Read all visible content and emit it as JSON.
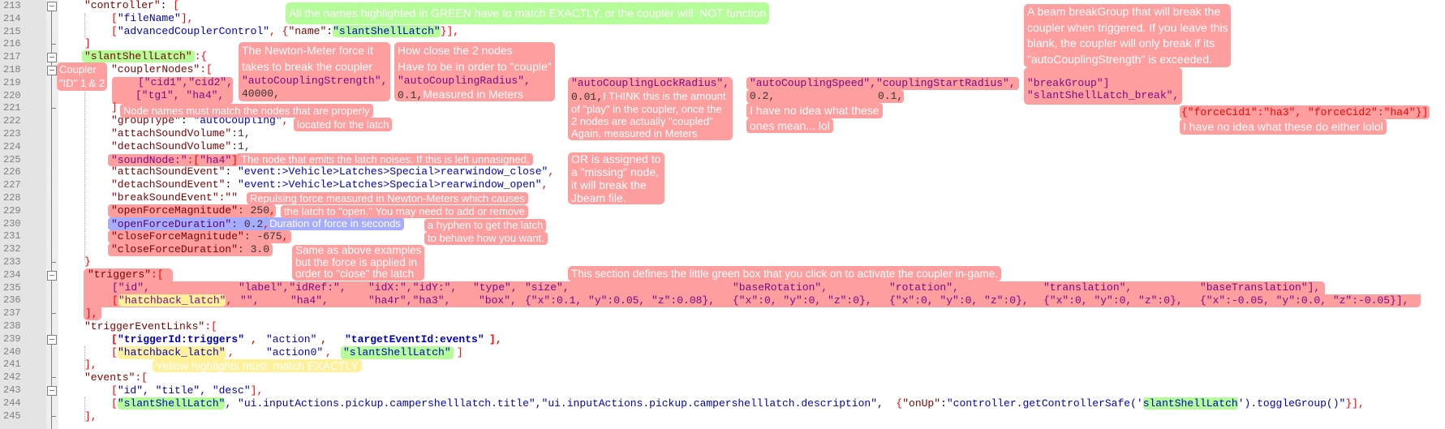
{
  "colors": {
    "green_highlight": "#b5fd98",
    "yellow_highlight": "#fff09a",
    "red_highlight": "#ff9e9e",
    "blue_highlight": "#a6acff",
    "key": "#800000",
    "string": "#0000c0",
    "bracket": "#ff0000"
  },
  "gutter": {
    "line_numbers": [
      "213",
      "214",
      "215",
      "216",
      "217",
      "218",
      "219",
      "220",
      "221",
      "222",
      "223",
      "224",
      "225",
      "226",
      "227",
      "228",
      "229",
      "230",
      "231",
      "232",
      "233",
      "234",
      "235",
      "236",
      "237",
      "238",
      "239",
      "240",
      "241",
      "242",
      "243",
      "244",
      "245"
    ]
  },
  "code": {
    "l213": [
      "\"controller\"",
      ": ",
      "["
    ],
    "l214": [
      "[",
      "\"fileName\"",
      "],"
    ],
    "l215": [
      "[",
      "\"advancedCouplerControl\"",
      ", {",
      "\"name\"",
      ":",
      "\"slantShellLatch\"",
      "}],"
    ],
    "l216": [
      "]"
    ],
    "l217": [
      "\"slantShellLatch\"",
      ":{"
    ],
    "l218": [
      "\"couplerNodes\"",
      ":["
    ],
    "l219": [
      "[\"cid1\",\"cid2\","
    ],
    "l220": [
      "[\"tg1\", \"ha4\","
    ],
    "l221": [
      "]"
    ],
    "l222": [
      "\"groupType\"",
      ": ",
      "\"autoCoupling\"",
      ","
    ],
    "l223": [
      "\"attachSoundVolume\"",
      ":1,"
    ],
    "l224": [
      "\"detachSoundVolume\"",
      ":1,"
    ],
    "l225": [
      "\"soundNode:\"",
      ":[",
      "\"ha4\"",
      "]"
    ],
    "l226": [
      "\"attachSoundEvent\"",
      ": ",
      "\"event:>Vehicle>Latches>Special>rearwindow_close\"",
      ","
    ],
    "l227": [
      "\"detachSoundEvent\"",
      ": ",
      "\"event:>Vehicle>Latches>Special>rearwindow_open\"",
      ","
    ],
    "l228": [
      "\"breakSoundEvent\"",
      ":\"\""
    ],
    "l229": [
      "\"openForceMagnitude\"",
      ": 250",
      ","
    ],
    "l230": [
      "\"openForceDuration\"",
      ": 0.2",
      ","
    ],
    "l231": [
      "\"closeForceMagnitude\"",
      ": -675",
      ","
    ],
    "l232": [
      "\"closeForceDuration\"",
      ": 3.0"
    ],
    "l233": [
      "}"
    ],
    "l234": [
      "\"triggers\"",
      ":["
    ],
    "l235": [
      "[\"id\",",
      "\"label\",\"idRef:\",",
      "\"idX:\",\"idY:\",",
      "\"type\",",
      "\"size\",",
      "\"baseRotation\",",
      "\"rotation\",",
      "\"translation\",",
      "\"baseTranslation\"],"
    ],
    "l236": [
      "[",
      "\"hatchback_latch\"",
      ",",
      "\"\",",
      "\"ha4\",",
      "\"ha4r\",\"ha3\",",
      "\"box\",",
      "{\"x\":0.1, \"y\":0.05, \"z\":0.08},",
      "{\"x\":0, \"y\":0, \"z\":0},",
      "{\"x\":0, \"y\":0, \"z\":0},",
      "{\"x\":0, \"y\":0, \"z\":0},",
      "{\"x\":-0.05, \"y\":0.0, \"z\":-0.05}],"
    ],
    "l237": [
      "],"
    ],
    "l238": [
      "\"triggerEventLinks\"",
      ":["
    ],
    "l239": [
      "[",
      "\"triggerId:triggers\"",
      ",",
      "\"action\"",
      ",",
      "\"targetEventId:events\"",
      "],"
    ],
    "l240": [
      "[",
      "\"hatchback_latch\"",
      ",",
      "\"action0\"",
      ",",
      "\"slantShellLatch\"",
      "]"
    ],
    "l241": [
      "],"
    ],
    "l242": [
      "\"events\"",
      ":["
    ],
    "l243": [
      "[",
      "\"id\", \"title\", \"desc\"",
      "],"
    ],
    "l244": [
      "[",
      "\"slantShellLatch\"",
      ", ",
      "\"ui.inputActions.pickup.campershelllatch.title\"",
      ",",
      "\"ui.inputActions.pickup.campershelllatch.description\"",
      ",  ",
      "{",
      "\"onUp\"",
      ":",
      "\"controller.getControllerSafe('",
      "slantShellLatch",
      "').toggleGroup()\"",
      "}],"
    ],
    "l245": [
      "],"
    ]
  },
  "notes": {
    "green_banner": "All the names highlighted in GREEN have to match EXACTLY, or the coupler will  NOT function",
    "coupler_id": [
      "Coupler",
      "\"ID\" 1 & 2"
    ],
    "node_names": [
      "Node names must match the nodes that are properly",
      "located for the latch"
    ],
    "strength": {
      "text": [
        "The Newton-Meter force it",
        "takes to break the coupler"
      ],
      "code": [
        "\"autoCouplingStrength\",",
        "40000,"
      ]
    },
    "radius": {
      "text": [
        "How close the 2 nodes",
        "Have to be in order to \"couple\""
      ],
      "code": [
        "\"autoCouplingRadius\",",
        "0.1,"
      ],
      "suffix": "Measured in Meters"
    },
    "lock_radius": {
      "code": [
        "\"autoCouplingLockRadius\",",
        "0.01,"
      ],
      "text": [
        "I THINK this is the amount",
        "of \"play\" in the coupler, once the",
        "2 nodes are actually \"coupled\"",
        "Again, measured in Meters"
      ]
    },
    "speed": {
      "code": [
        "\"autoCouplingSpeed\",\"couplingStartRadius\",",
        "0.2,",
        "0.1,"
      ],
      "text": [
        "I have no idea what these",
        "ones mean... lol"
      ]
    },
    "break_group": {
      "text": [
        "A beam breakGroup that will break the",
        "coupler when triggered. If you leave this",
        "blank, the coupler will only break if its",
        "\"autoCouplingStrength\" is exceeded."
      ],
      "code": [
        "\"breakGroup\"]",
        "\"slantShellLatch_break\","
      ]
    },
    "force_cid": {
      "code": "{\"forceCid1\":\"ha3\", \"forceCid2\":\"ha4\"}]",
      "text": "I have no idea what these do either lolol"
    },
    "sound_node": {
      "text": "The node that emits the latch noises. If this is left unnasigned,",
      "box": [
        "OR is assigned to",
        "a \"missing\" node,",
        "it will break the",
        "Jbeam file."
      ]
    },
    "repulsing": [
      "Repulsing force measured in Newton-Meters which causes",
      "the latch to \"open.\" You may need to add or remove",
      "a hyphen to get the latch",
      "to behave how you want."
    ],
    "duration": "Duration of force in seconds",
    "close_force": [
      "Same as above examples",
      "but the force is applied in",
      "order to \"close\" the latch"
    ],
    "triggers_section": "This section defines the little green box that you click on to activate the coupler in-game.",
    "yellow_note": "Yellow highlights must  match EXACTLY"
  }
}
